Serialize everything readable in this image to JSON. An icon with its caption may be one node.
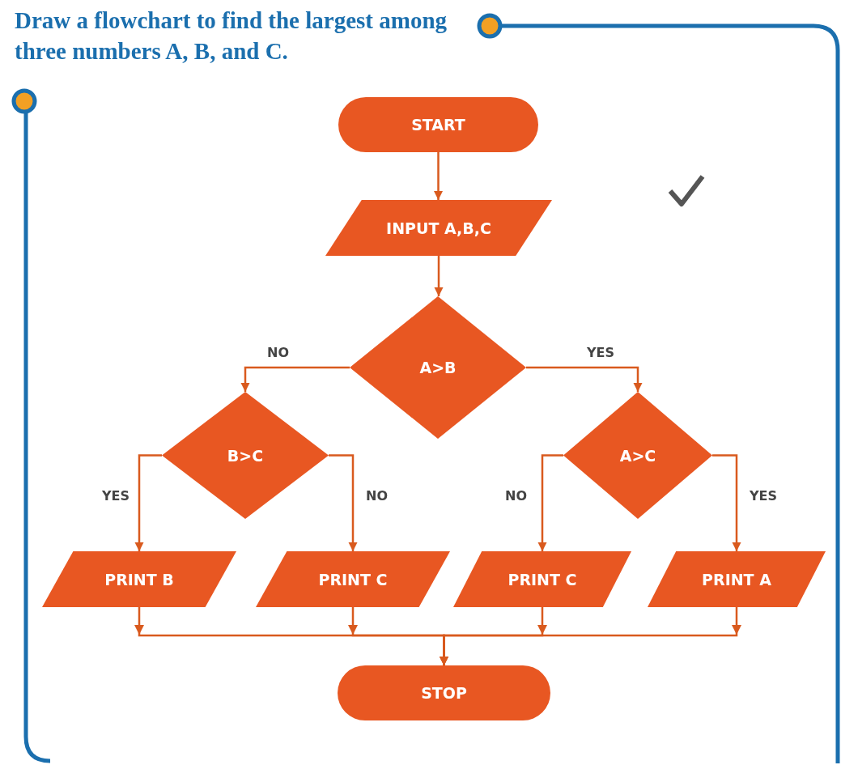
{
  "diagram": {
    "title": "Draw a flowchart to find the largest among three numbers A, B, and C.",
    "nodes": [
      {
        "text": [
          "START"
        ]
      },
      {
        "text": [
          "INPUT A,B,C"
        ]
      },
      {
        "text": [
          "A>B"
        ]
      },
      {
        "text": [
          "B>C"
        ]
      },
      {
        "text": [
          "A>C"
        ]
      },
      {
        "text": [
          "PRINT B"
        ]
      },
      {
        "text": [
          "PRINT C"
        ]
      },
      {
        "text": [
          "PRINT C"
        ]
      },
      {
        "text": [
          "PRINT A"
        ]
      },
      {
        "text": [
          "STOP"
        ]
      }
    ],
    "edges": [
      {
        "from": 0,
        "to": 1,
        "arrow": "to"
      },
      {
        "from": 1,
        "to": 2,
        "arrow": "to"
      },
      {
        "from": 2,
        "to": 3,
        "arrow": "to",
        "label": "NO"
      },
      {
        "from": 2,
        "to": 4,
        "arrow": "to",
        "label": "YES"
      },
      {
        "from": 3,
        "to": 5,
        "arrow": "to",
        "label": "YES"
      },
      {
        "from": 3,
        "to": 6,
        "arrow": "to",
        "label": "NO"
      },
      {
        "from": 4,
        "to": 7,
        "arrow": "to",
        "label": "NO"
      },
      {
        "from": 4,
        "to": 8,
        "arrow": "to",
        "label": "YES"
      },
      {
        "from": 5,
        "to": 9,
        "arrow": "to"
      },
      {
        "from": 6,
        "to": 9,
        "arrow": "to"
      },
      {
        "from": 7,
        "to": 9,
        "arrow": "to"
      },
      {
        "from": 8,
        "to": 9,
        "arrow": "to"
      }
    ]
  }
}
